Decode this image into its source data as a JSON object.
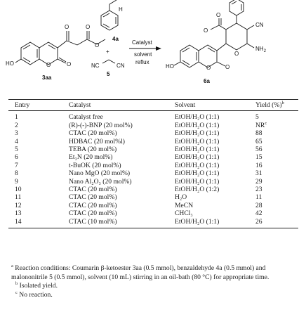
{
  "scheme": {
    "reactant1": "3aa",
    "reactant2": "4a",
    "reactant3": "5",
    "product": "6a",
    "plus": "+",
    "catalyst": "Catalyst",
    "solvent": "solvent",
    "condition": "reflux",
    "atom_ho": "HO",
    "atom_h": "H",
    "atom_cn": "CN",
    "atom_nh2": "NH",
    "atom_nh2_sub": "2"
  },
  "table": {
    "headers": {
      "entry": "Entry",
      "catalyst": "Catalyst",
      "solvent": "Solvent",
      "yield": "Yield (%)",
      "yield_sup": "b"
    },
    "rows": [
      {
        "entry": "1",
        "catalyst": "Catalyst free",
        "solvent": "EtOH/H₂O (1:1)",
        "yield": "5"
      },
      {
        "entry": "2",
        "catalyst": "(R)-(-)-BNP (20 mol%)",
        "solvent": "EtOH/H₂O (1:1)",
        "yield": "NR",
        "yield_sup": "c"
      },
      {
        "entry": "3",
        "catalyst": "CTAC (20 mol%)",
        "solvent": "EtOH/H₂O (1:1)",
        "yield": "88"
      },
      {
        "entry": "4",
        "catalyst": "HDBAC (20 mol%l)",
        "solvent": "EtOH/H₂O (1:1)",
        "yield": "65"
      },
      {
        "entry": "5",
        "catalyst": "TEBA (20 mol%)",
        "solvent": "EtOH/H₂O (1:1)",
        "yield": "56"
      },
      {
        "entry": "6",
        "catalyst": "Et₃N (20 mol%)",
        "solvent": "EtOH/H₂O (1:1)",
        "yield": "15"
      },
      {
        "entry": "7",
        "catalyst": "t-BuOK (20 mol%)",
        "solvent": "EtOH/H₂O (1:1)",
        "yield": "16"
      },
      {
        "entry": "8",
        "catalyst": "Nano MgO (20 mol%)",
        "solvent": "EtOH/H₂O (1:1)",
        "yield": "31"
      },
      {
        "entry": "9",
        "catalyst": "Nano Al₂O₃ (20 mol%)",
        "solvent": "EtOH/H₂O (1:1)",
        "yield": "29"
      },
      {
        "entry": "10",
        "catalyst": "CTAC (20 mol%)",
        "solvent": "EtOH/H₂O (1:2)",
        "yield": "23"
      },
      {
        "entry": "11",
        "catalyst": "CTAC (20 mol%)",
        "solvent": "H₂O",
        "yield": "11"
      },
      {
        "entry": "12",
        "catalyst": "CTAC (20 mol%)",
        "solvent": "MeCN",
        "yield": "28"
      },
      {
        "entry": "13",
        "catalyst": "CTAC (20 mol%)",
        "solvent": "CHCl₃",
        "yield": "42"
      },
      {
        "entry": "14",
        "catalyst": "CTAC (10 mol%)",
        "solvent": "EtOH/H₂O (1:1)",
        "yield": "26"
      }
    ]
  },
  "footnotes": {
    "a_mark": "a",
    "a_text": "Reaction conditions: Coumarin β-ketoester 3aa (0.5 mmol), benzaldehyde 4a (0.5 mmol) and malononitrile 5 (0.5 mmol), solvent (10 mL) stirring in an oil-bath (80 °C) for appropriate time.",
    "b_mark": "b",
    "b_text": "Isolated yield.",
    "c_mark": "c",
    "c_text": "No reaction."
  }
}
